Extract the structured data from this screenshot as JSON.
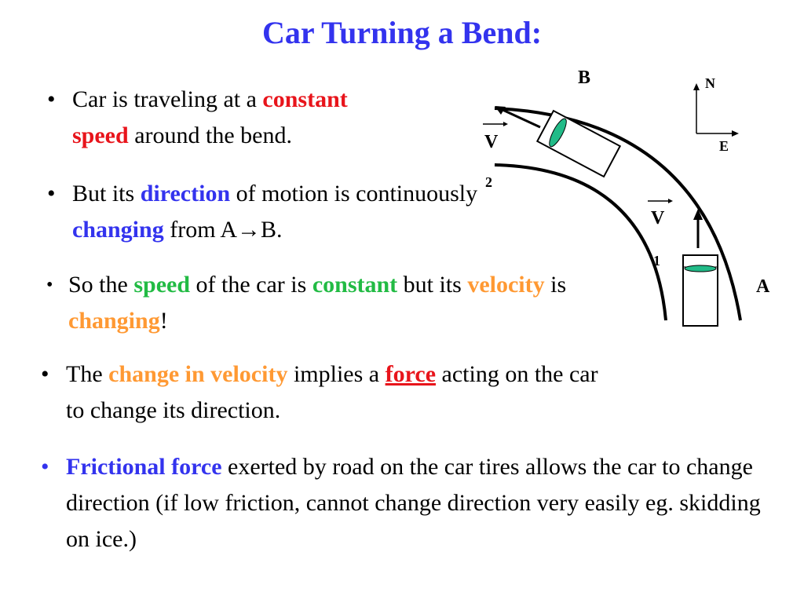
{
  "title": "Car Turning a Bend:",
  "bullet_symbol": "•",
  "b1": {
    "p1": "Car is traveling at a ",
    "h1": "constant",
    "h2": "speed",
    "p2": " around the bend."
  },
  "b2": {
    "p1": "But its ",
    "h1": "direction",
    "p2": " of motion is continuously ",
    "h2": "changing",
    "p3": " from A→B."
  },
  "b3": {
    "p1": "So the ",
    "h1": "speed",
    "p2": " of the car is ",
    "h2": "constant",
    "p3": "  but its ",
    "h3": "velocity",
    "p4": " is ",
    "h4": "changing",
    "p5": "!"
  },
  "b4": {
    "p1": "The ",
    "h1": "change in velocity",
    "p2": " implies a ",
    "h2": "force",
    "p3": " acting on the car to change its direction."
  },
  "b5": {
    "h1": "Frictional force",
    "p1": " exerted by road on the car tires allows the car to change direction (if low friction, cannot change direction very easily eg. skidding on ice.)"
  },
  "diagram": {
    "point_b": "B",
    "point_a": "A",
    "v2_letter": "V",
    "v2_sub": "2",
    "v1_letter": "V",
    "v1_sub": "1",
    "compass_n": "N",
    "compass_e": "E",
    "car_window_color": "#22bb88"
  }
}
